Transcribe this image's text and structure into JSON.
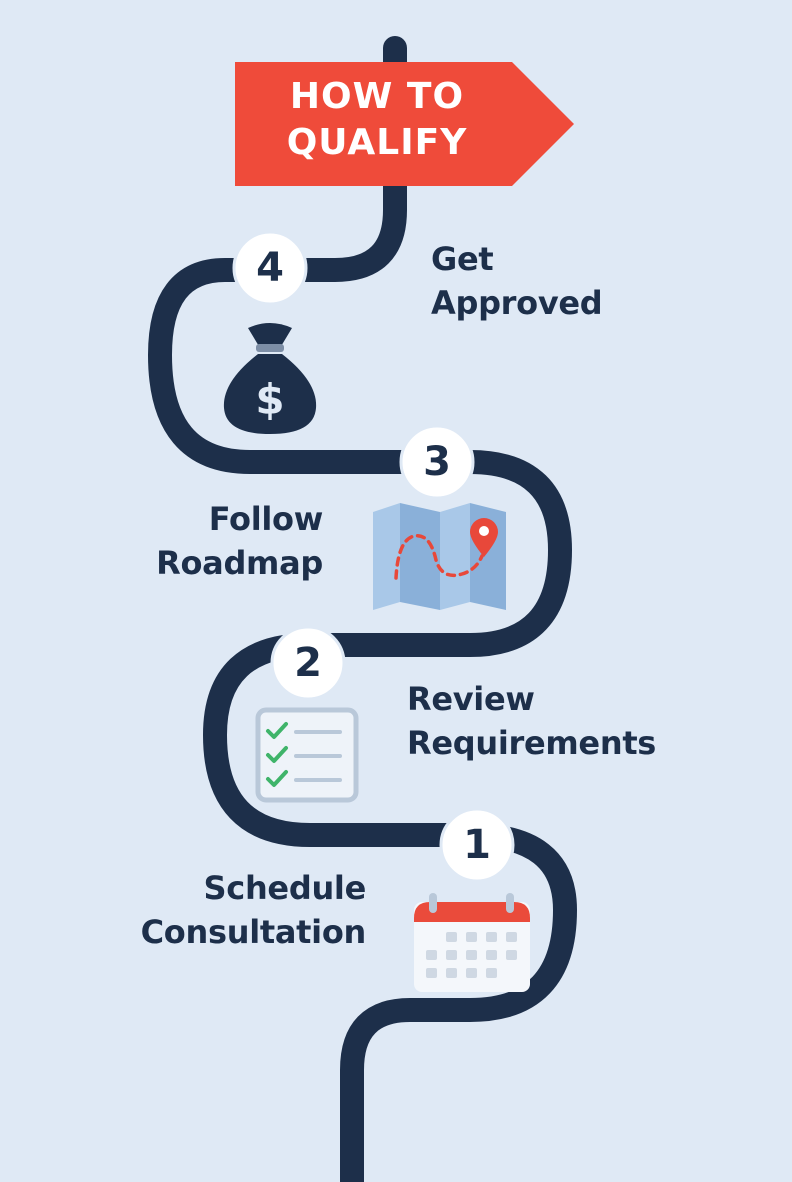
{
  "banner": {
    "line1": "HOW TO",
    "line2": "QUALIFY"
  },
  "steps": [
    {
      "number": "1",
      "line1": "Schedule",
      "line2": "Consultation",
      "icon": "calendar-icon"
    },
    {
      "number": "2",
      "line1": "Review",
      "line2": "Requirements",
      "icon": "checklist-icon"
    },
    {
      "number": "3",
      "line1": "Follow",
      "line2": "Roadmap",
      "icon": "map-icon"
    },
    {
      "number": "4",
      "line1": "Get",
      "line2": "Approved",
      "icon": "money-bag-icon"
    }
  ],
  "colors": {
    "background": "#dfe9f5",
    "road": "#1d2f4a",
    "banner": "#ef4b3a",
    "text": "#1d2f4a",
    "check": "#3fb46a",
    "map_blue": "#a9c8e8",
    "accent_red": "#e8483a"
  }
}
